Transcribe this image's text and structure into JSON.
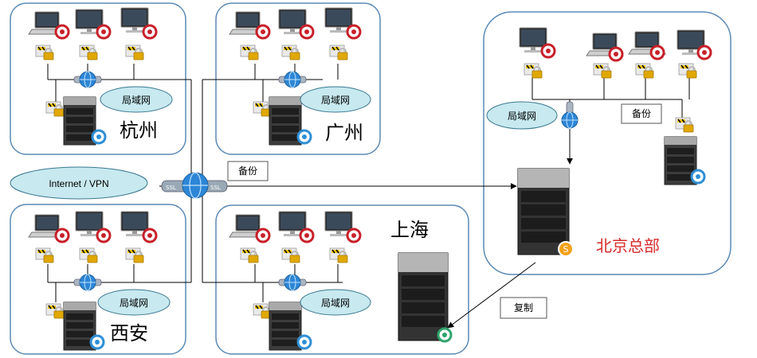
{
  "sites": {
    "hangzhou": {
      "name": "杭州",
      "lan": "局域网"
    },
    "guangzhou": {
      "name": "广州",
      "lan": "局域网"
    },
    "xian": {
      "name": "西安",
      "lan": "局域网"
    },
    "shanghai": {
      "name": "上海",
      "lan": "局域网"
    },
    "beijing": {
      "name": "北京总部",
      "lan": "局域网"
    }
  },
  "internet": {
    "label": "Internet / VPN",
    "ssl_left": "SSL",
    "ssl_right": "SSL"
  },
  "labels": {
    "backup_main": "备份",
    "backup_hq": "备份",
    "replicate": "复制"
  },
  "colors": {
    "region_border": "#5b8ab5",
    "ellipse_fill": "#c7e9ef",
    "ellipse_stroke": "#3a7790",
    "hq_text": "#d62b2b",
    "line": "#000000"
  }
}
